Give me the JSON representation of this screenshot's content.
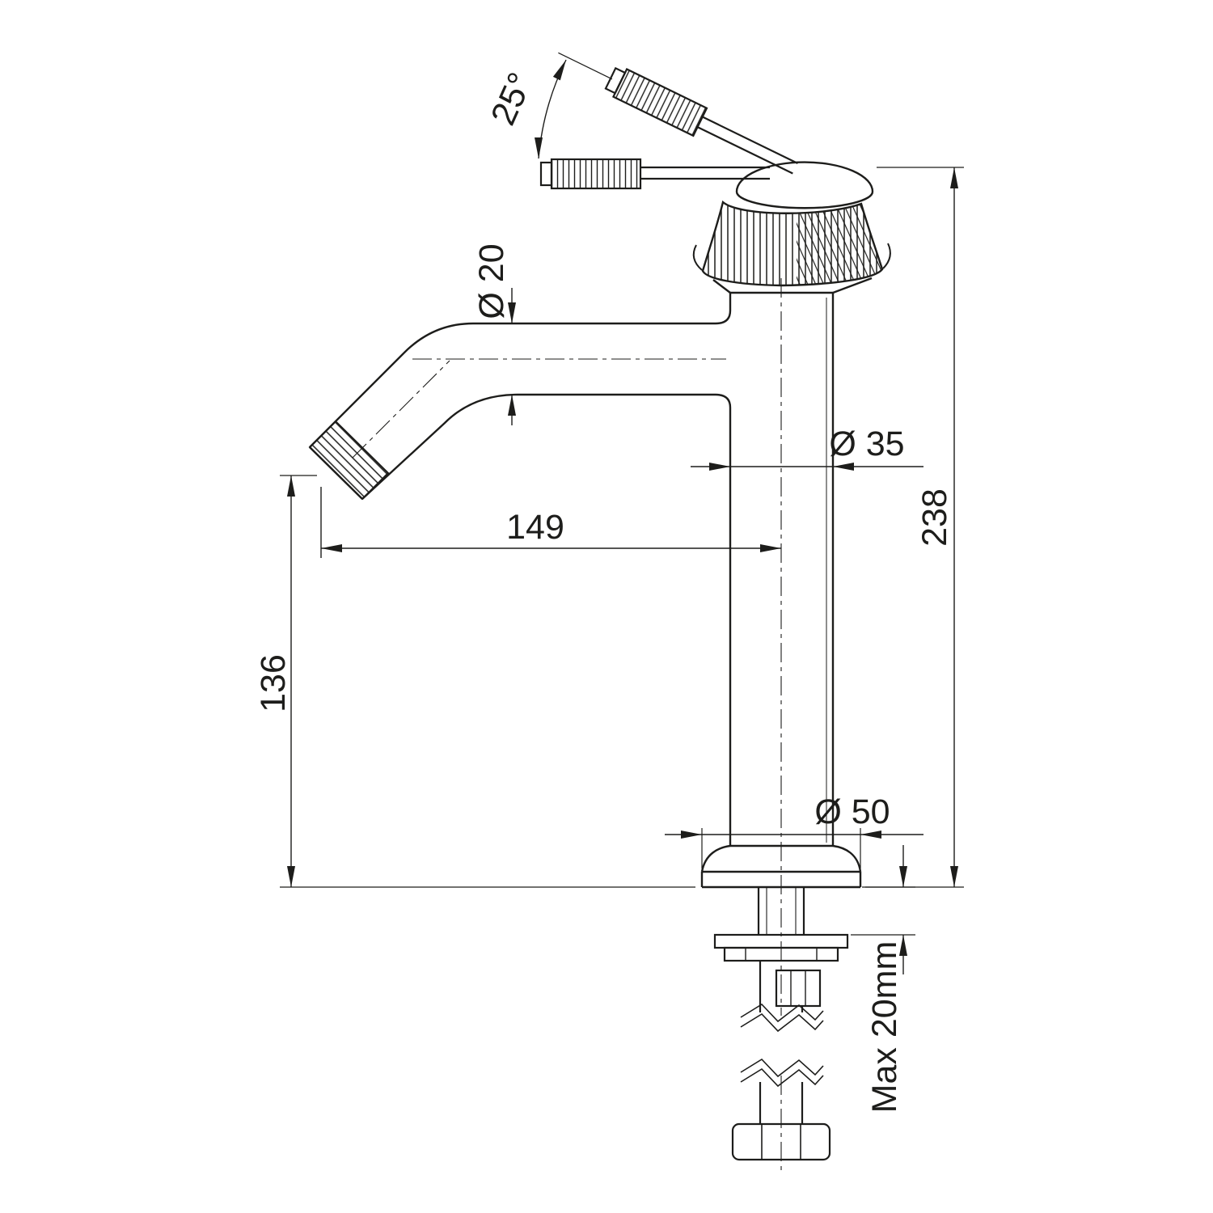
{
  "drawing": {
    "background_color": "#ffffff",
    "line_color": "#1d1d1b",
    "labels": {
      "handle_angle": "25°",
      "spout_outlet_diameter": "Ø 20",
      "body_diameter": "Ø 35",
      "spout_reach": "149",
      "outlet_height": "136",
      "overall_height": "238",
      "base_diameter": "Ø 50",
      "max_mounting_thickness": "Max 20mm"
    }
  }
}
